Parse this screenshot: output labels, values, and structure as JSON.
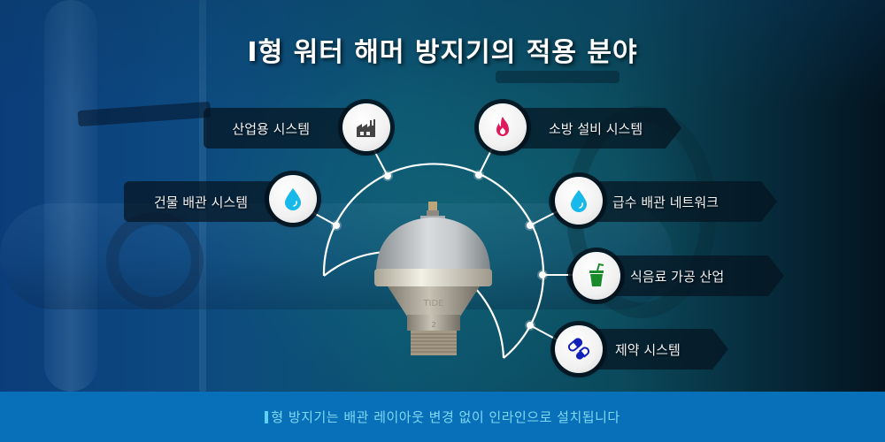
{
  "title": "I형 워터 해머 방지기의 적용 분야",
  "applications": {
    "industrial": {
      "label": "산업용 시스템",
      "icon": "factory-icon",
      "color": "#444444"
    },
    "fire": {
      "label": "소방 설비 시스템",
      "icon": "flame-icon",
      "color": "#e0185c"
    },
    "building": {
      "label": "건물 배관 시스템",
      "icon": "water-drop-icon",
      "color": "#17b8ea"
    },
    "water_supply": {
      "label": "급수 배관 네트워크",
      "icon": "water-drop-icon",
      "color": "#17b8ea"
    },
    "food_beverage": {
      "label": "식음료 가공 산업",
      "icon": "drink-cup-icon",
      "color": "#1a8a2a"
    },
    "pharma": {
      "label": "제약 시스템",
      "icon": "capsule-pill-icon",
      "color": "#1020b8"
    }
  },
  "product": {
    "brand_emboss": "TIDE",
    "size_mark": "2"
  },
  "footer": {
    "text": "형 방지기는 배관 레이아웃 변경 없이 인라인으로 설치됩니다"
  },
  "colors": {
    "footer_bg": "#0870b8",
    "footer_text": "#7fd8f5",
    "accent_bar": "#5ad2f4",
    "connector": "#ffffff"
  }
}
